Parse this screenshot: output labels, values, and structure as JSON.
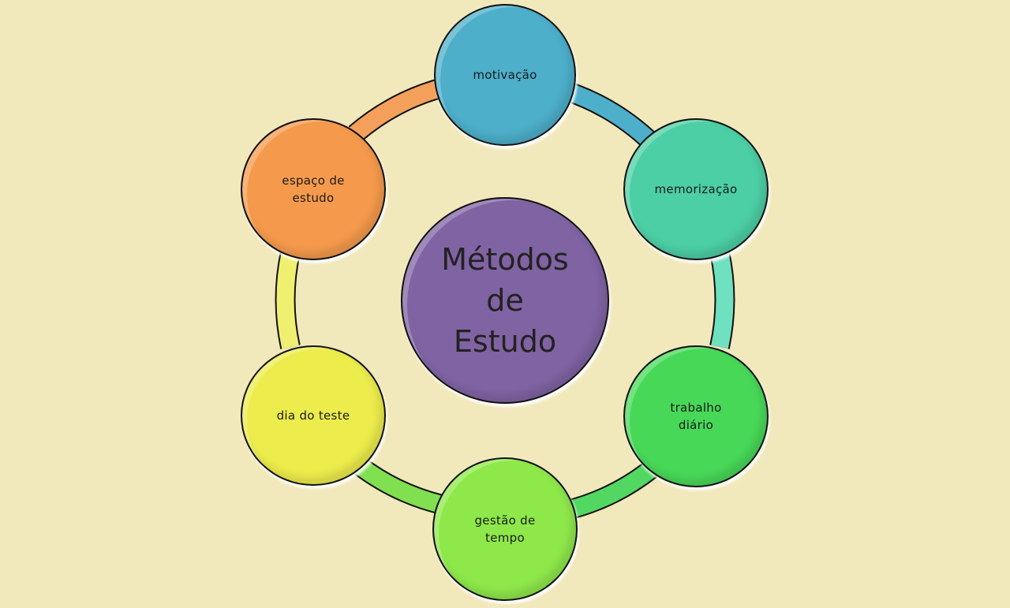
{
  "diagram": {
    "background": "#f1e8bc",
    "center": {
      "label": "Métodos\nde\nEstudo",
      "color": "#8063a3"
    },
    "nodes": [
      {
        "id": "motivacao",
        "label": "motivação",
        "color": "#4dafca"
      },
      {
        "id": "memorizacao",
        "label": "memorização",
        "color": "#4ccfa5"
      },
      {
        "id": "trabalho-diario",
        "label": "trabalho\ndiário",
        "color": "#48d858"
      },
      {
        "id": "gestao-de-tempo",
        "label": "gestão de\ntempo",
        "color": "#8ee84a"
      },
      {
        "id": "dia-do-teste",
        "label": "dia do teste",
        "color": "#ecec4c"
      },
      {
        "id": "espaco-de-estudo",
        "label": "espaço de\nestudo",
        "color": "#f59a4c"
      }
    ],
    "connectors": [
      {
        "from": "motivacao",
        "to": "memorizacao",
        "color": "#4dafca"
      },
      {
        "from": "memorizacao",
        "to": "trabalho-diario",
        "color": "#6fe0c0"
      },
      {
        "from": "trabalho-diario",
        "to": "gestao-de-tempo",
        "color": "#52d862"
      },
      {
        "from": "gestao-de-tempo",
        "to": "dia-do-teste",
        "color": "#80e050"
      },
      {
        "from": "dia-do-teste",
        "to": "espaco-de-estudo",
        "color": "#f0f070"
      },
      {
        "from": "espaco-de-estudo",
        "to": "motivacao",
        "color": "#f5a05a"
      }
    ]
  }
}
